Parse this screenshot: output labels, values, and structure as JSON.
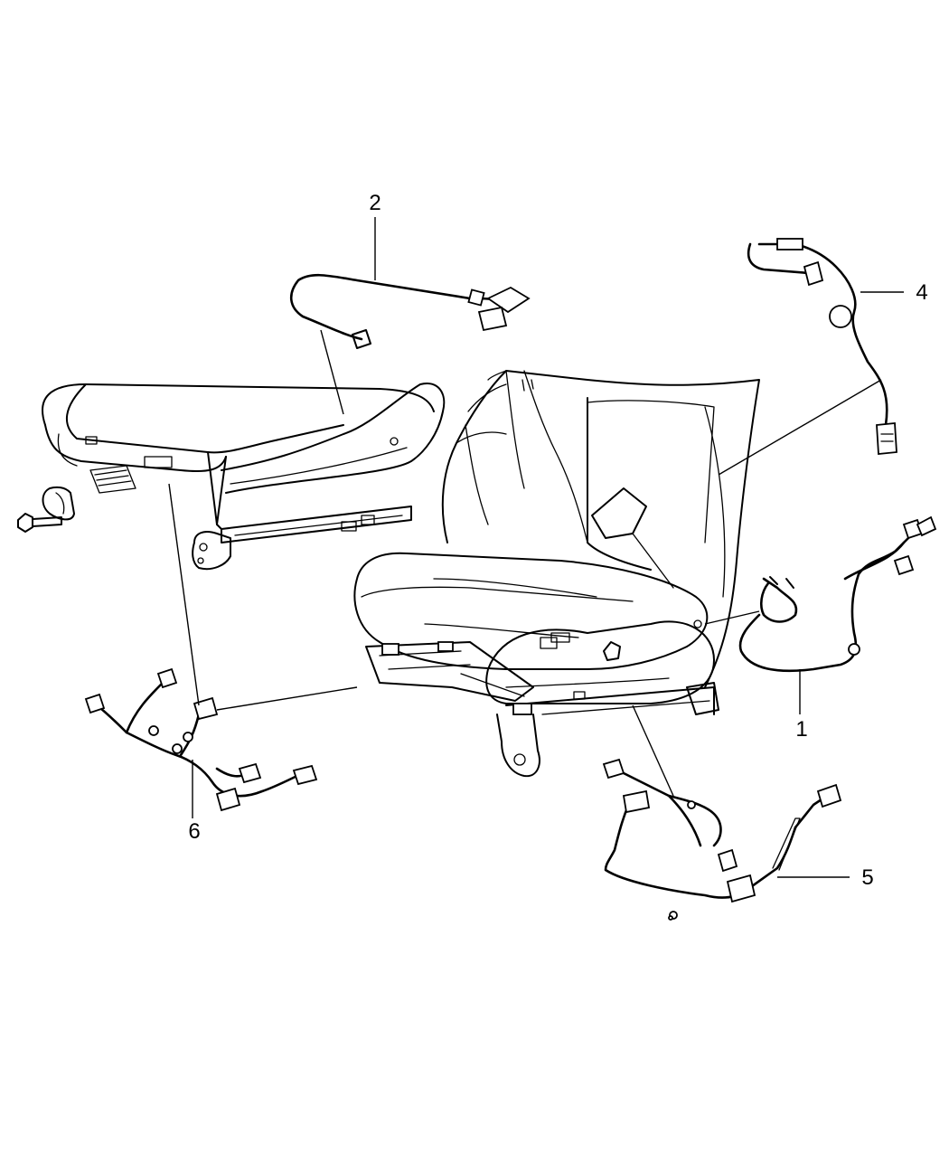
{
  "callouts": [
    {
      "id": "1",
      "label": "1"
    },
    {
      "id": "2",
      "label": "2"
    },
    {
      "id": "4",
      "label": "4"
    },
    {
      "id": "5",
      "label": "5"
    },
    {
      "id": "6",
      "label": "6"
    }
  ]
}
